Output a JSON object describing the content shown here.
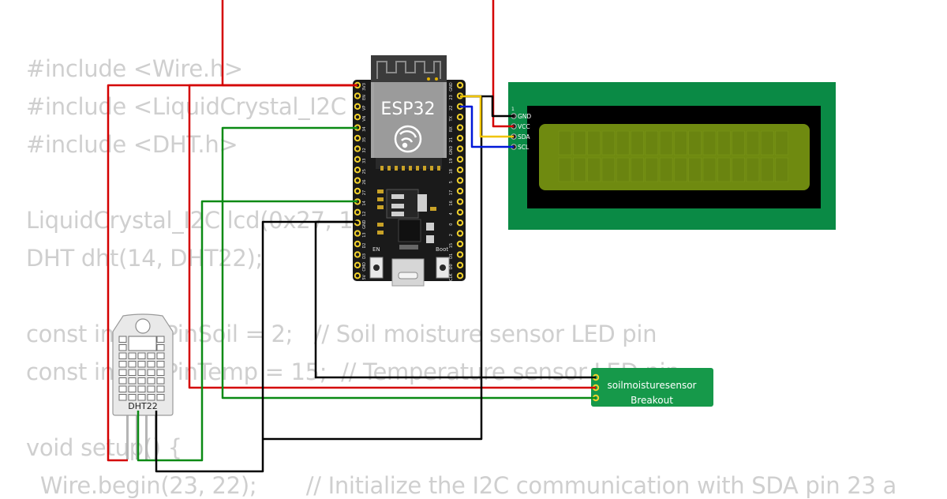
{
  "code_lines": [
    "#include <Wire.h>",
    "#include <LiquidCrystal_I2C",
    "#include <DHT.h>",
    "",
    "LiquidCrystal_I2C lcd(0x27, 1",
    "DHT dht(14, DHT22);",
    "",
    "const int ledPinSoil = 2;   // Soil moisture sensor LED pin",
    "const int ledPinTemp = 15;  // Temperature sensor LED pin",
    "",
    "void setup() {",
    "  Wire.begin(23, 22);       // Initialize the I2C communication with SDA pin 23 a"
  ],
  "esp32": {
    "label": "ESP32",
    "left_pins": [
      "3V3",
      "EN",
      "VP",
      "VN",
      "34",
      "35",
      "32",
      "33",
      "25",
      "26",
      "27",
      "14",
      "12",
      "GND",
      "13",
      "D2",
      "D3",
      "CMD",
      "5V"
    ],
    "right_pins": [
      "GND",
      "23",
      "22",
      "TX",
      "RX",
      "21",
      "GND",
      "19",
      "18",
      "5",
      "17",
      "16",
      "4",
      "0",
      "2",
      "15",
      "D1",
      "D0",
      "CLK"
    ],
    "button_left": "EN",
    "button_right": "Boot"
  },
  "lcd": {
    "pin1_label": "1",
    "pins": [
      "GND",
      "VCC",
      "SDA",
      "SCL"
    ]
  },
  "dht22": {
    "label": "DHT22"
  },
  "soil_sensor": {
    "title": "soilmoisturesensor",
    "subtitle": "Breakout"
  },
  "colors": {
    "code_text": "#cfcfcf",
    "wire_red": "#d40000",
    "wire_green": "#0a8a14",
    "wire_black": "#000000",
    "wire_yellow": "#f0c400",
    "wire_blue": "#0018d8",
    "board_black": "#1a1a1a",
    "pin_gold": "#f2d22c",
    "lcd_green_pcb": "#0a8a45",
    "lcd_screen": "#6f8a10",
    "sensor_green": "#16994a"
  }
}
